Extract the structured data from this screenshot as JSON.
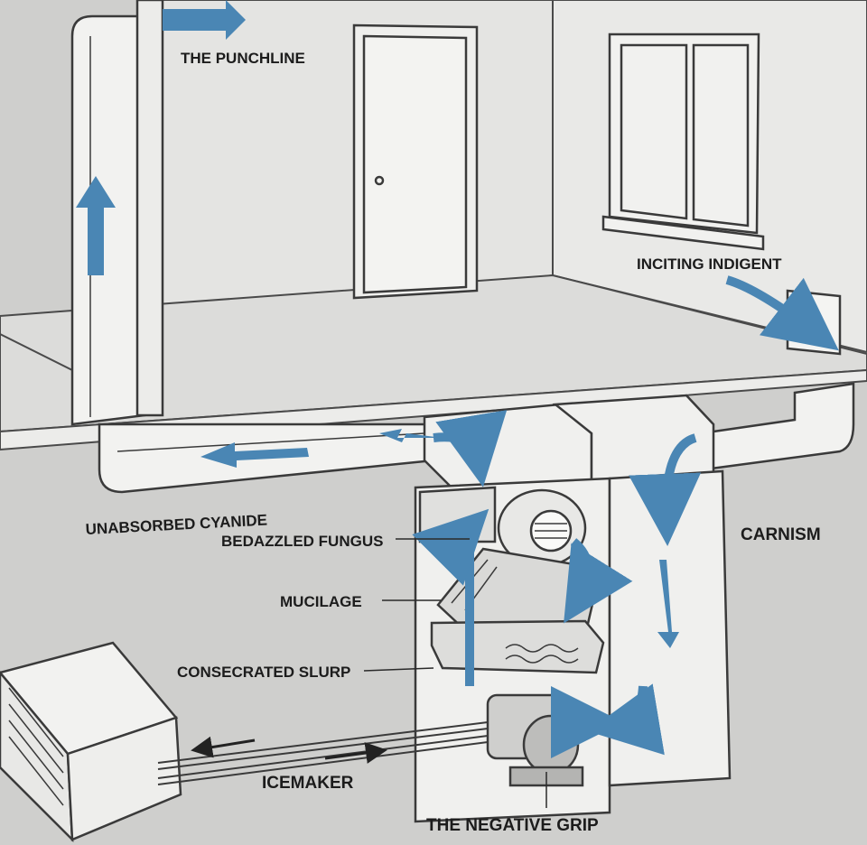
{
  "labels": {
    "top_outlet": "THE PUNCHLINE",
    "return_grille": "INCITING INDIGENT",
    "supply_duct": "UNABSORBED CYANIDE",
    "blower": "BEDAZZLED FUNGUS",
    "filter": "MUCILAGE",
    "coil": "CONSECRATED SLURP",
    "refrigerant_lines": "ICEMAKER",
    "return_plenum": "CARNISM",
    "compressor": "THE NEGATIVE GRIP"
  },
  "colors": {
    "airflow_arrow": "#4a86b4",
    "wall": "#e6e6e4",
    "floor": "#cfcfcd",
    "line": "#3a3a3a"
  }
}
